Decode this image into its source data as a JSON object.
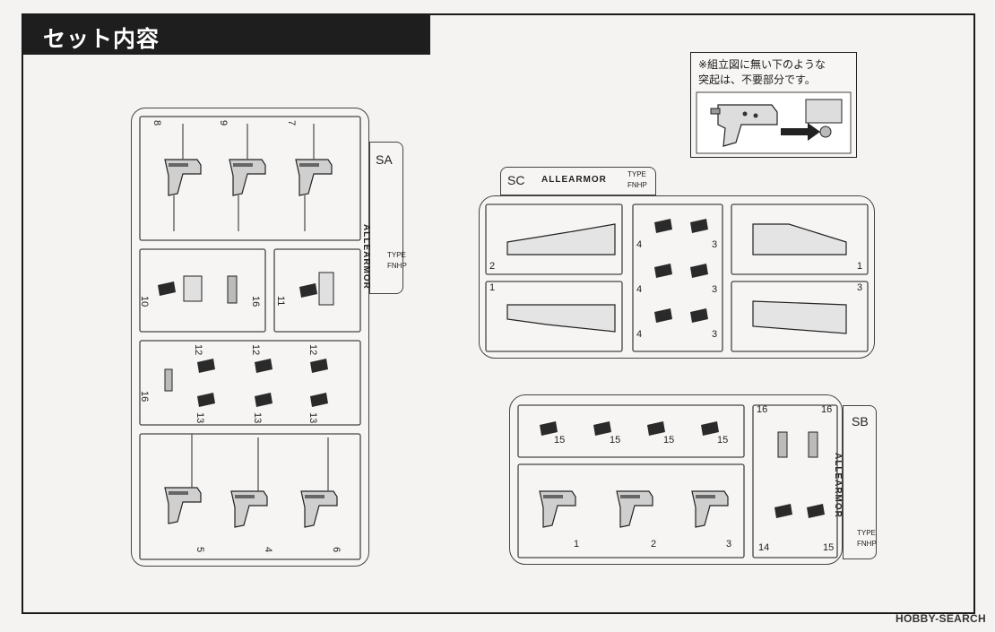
{
  "header": {
    "title": "セット内容"
  },
  "note": {
    "line1": "※組立図に無い下のような",
    "line2": "突起は、不要部分です。"
  },
  "sprues": {
    "sa": {
      "code": "SA",
      "brand": "ALLEARMOR",
      "type_line1": "TYPE",
      "type_line2": "FNHP",
      "part_numbers": [
        "8",
        "9",
        "7",
        "10",
        "16",
        "11",
        "12",
        "12",
        "12",
        "16",
        "13",
        "13",
        "13",
        "5",
        "4",
        "6"
      ]
    },
    "sc": {
      "code": "SC",
      "brand": "ALLEARMOR",
      "type_line1": "TYPE",
      "type_line2": "FNHP",
      "part_numbers": [
        "2",
        "1",
        "1",
        "3",
        "4",
        "3",
        "4",
        "3",
        "4",
        "3"
      ]
    },
    "sb": {
      "code": "SB",
      "brand": "ALLEARMOR",
      "type_line1": "TYPE",
      "type_line2": "FNHP",
      "part_numbers": [
        "15",
        "15",
        "15",
        "15",
        "16",
        "16",
        "1",
        "2",
        "3",
        "14",
        "15"
      ]
    }
  },
  "watermark": "HOBBY-SEARCH",
  "colors": {
    "header_bg": "#1e1e1e",
    "line": "#444444",
    "page_bg": "#f4f3f1"
  }
}
